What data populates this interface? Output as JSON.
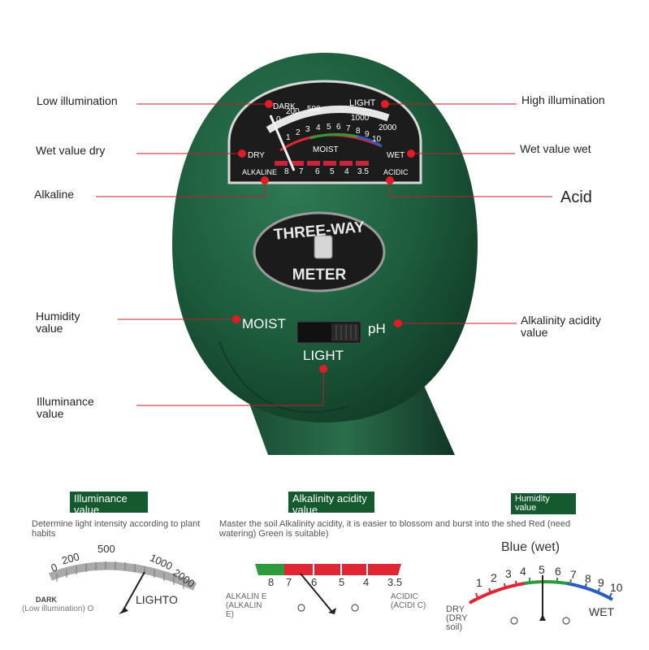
{
  "device": {
    "face": {
      "dark": "DARK",
      "light": "LIGHT",
      "dry": "DRY",
      "wet": "WET",
      "moist": "MOIST",
      "alkaline": "ALKALINE",
      "acidic": "ACIDIC",
      "lux_scale": [
        "0",
        "200",
        "500",
        "1000",
        "2000"
      ],
      "moist_scale": [
        "1",
        "2",
        "3",
        "4",
        "5",
        "6",
        "7",
        "8",
        "9",
        "10"
      ],
      "ph_scale": [
        "8",
        "7",
        "6",
        "5",
        "4",
        "3.5"
      ]
    },
    "badge_line1": "THREE-WAY",
    "badge_line2": "METER",
    "switch_moist": "MOIST",
    "switch_ph": "pH",
    "switch_light": "LIGHT"
  },
  "callouts": {
    "low_illumination": "Low illumination",
    "high_illumination": "High illumination",
    "wet_value_dry": "Wet value dry",
    "wet_value_wet": "Wet value wet",
    "alkaline": "Alkaline",
    "acid": "Acid",
    "humidity_value": "Humidity value",
    "alkalinity_acidity_value": "Alkalinity acidity value",
    "illuminance_value": "Illuminance value"
  },
  "panels": {
    "illuminance": {
      "title": "Illuminance value",
      "description": "Determine light intensity according to plant habits",
      "scale": [
        "0",
        "200",
        "500",
        "1000",
        "2000"
      ],
      "dark": "DARK",
      "dark_note": "(Low illumination) O",
      "light": "LIGHTO"
    },
    "ph": {
      "title": "Alkalinity acidity value",
      "description": "Master the soil Alkalinity acidity, it is easier to blossom and burst into the shed Red (need watering) Green is suitable)",
      "scale": [
        "8",
        "7",
        "6",
        "5",
        "4",
        "3.5"
      ],
      "alkaline": "ALKALIN E (ALKALIN E)",
      "acidic": "ACIDIC (ACIDI C)"
    },
    "humidity": {
      "title": "Humidity value",
      "blue_wet": "Blue (wet)",
      "scale": [
        "1",
        "2",
        "3",
        "4",
        "5",
        "6",
        "7",
        "8",
        "9",
        "10"
      ],
      "dry": "DRY (DRY soil)",
      "wet": "WET"
    }
  },
  "colors": {
    "device_green": "#1e5c3e",
    "label_green": "#155a2f",
    "pointer_red": "#d32020",
    "scale_red": "#e02535",
    "scale_green": "#2f9a3c",
    "scale_blue": "#2a5cc0"
  }
}
